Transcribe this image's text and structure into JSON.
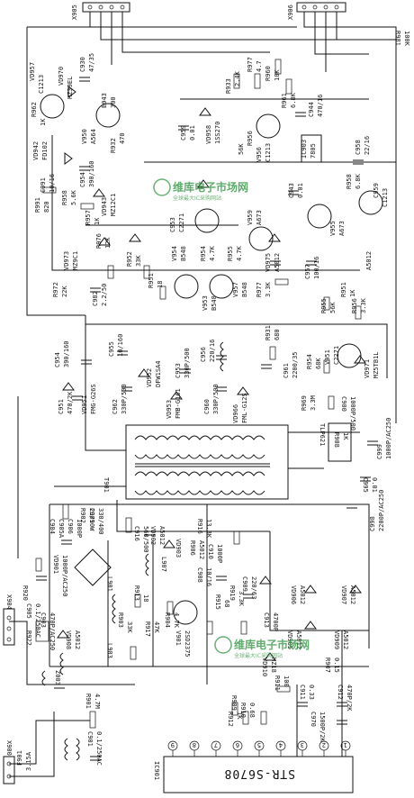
{
  "ic_main": "STR-S6708",
  "ic_ref": "IC901",
  "ic_pins": [
    "9",
    "8",
    "7",
    "6",
    "5",
    "4",
    "3",
    "2",
    "1"
  ],
  "connectors": {
    "top_left": "X905",
    "top_right": "X906",
    "left_mid": "X904",
    "bottom_left": "X900"
  },
  "transformer": "T901",
  "watermark": {
    "brand": "维库电子市场网",
    "sub": "全球最大IC采购网站"
  },
  "labels": {
    "r981": "R981",
    "r981v": "100K",
    "vd957": "VD957",
    "c1213a": "C1213",
    "vd970": "VD970",
    "hz": "HZ39EL",
    "r962": "R962",
    "r962v": "1K",
    "c930": "C930",
    "c930v": "47/35",
    "r933": "R933",
    "r933v": "2.4K",
    "r977": "R977",
    "r977v": "4.7",
    "r960": "R960",
    "r960v": "10K",
    "r961": "R961",
    "r961v": "6.8K",
    "e943": "E943",
    "e943v": "300",
    "c944": "C944",
    "c944v": "470/16",
    "vd942": "VD942",
    "vd942v": "FD102",
    "v950": "V950",
    "v950v": "A564",
    "r932": "R932",
    "r932v": "470",
    "c959": "C959",
    "c959v": "0.01",
    "vd958": "VD958",
    "vd958v": "1SS270",
    "v956": "V956",
    "v956v": "C1213",
    "r956": "R956",
    "r956v": "56K",
    "ic903": "IC903",
    "ic903v": "7805",
    "c958": "C958",
    "c958v": "22/16",
    "r958": "R958",
    "r958v": "6.8K",
    "c991": "C991",
    "c991v": "10/16",
    "c954": "C954",
    "c954v": "390/160",
    "r991": "R991",
    "r991v": "820",
    "r957": "R957",
    "r957v": "1K",
    "r958b": "R958",
    "r958bv": "5.6K",
    "vd943": "VD943",
    "vd943v": "MZ12C1",
    "vd959": "VD959",
    "c943": "C943",
    "c943v": "0.01",
    "c959b": "C959",
    "c959bv": "C1213",
    "v955": "V955",
    "v955v": "A673",
    "vd973": "VD973",
    "vd973v": "MZ9C1",
    "r976": "R976",
    "r976v": "12K",
    "c953": "C953",
    "c953v": "C2271",
    "v954": "V954",
    "v954v": "B548",
    "r954": "R954",
    "r954v": "4.7K",
    "r955": "R955",
    "r955v": "4.7K",
    "v959": "V959",
    "v959v": "A673",
    "vd975": "VD975",
    "vd975v": "A5012",
    "v957": "V957",
    "v957v": "B548",
    "r972": "R972",
    "r972v": "22K",
    "r952": "R952",
    "r952v": "33K",
    "r951": "R951",
    "r951v": "18",
    "c982": "C982",
    "c982v": "2.2/50",
    "v953": "V953",
    "v953v": "B548",
    "r977b": "R977",
    "r977bv": "3.3K",
    "c957": "C957",
    "c957v": "100/16",
    "r955b": "R955",
    "r955bv": "56K",
    "r956b": "R956",
    "r956bv": "3.3K",
    "r951b": "R951",
    "r951bv": "1K",
    "kz": "A5012",
    "c954b": "C954",
    "c954bv": "390/160",
    "c955": "C955",
    "c955v": "10/160",
    "vd952": "VD952",
    "vd952v": "DFW1SA4",
    "c953b": "C953",
    "c953bv": "330P/500",
    "c962": "C962",
    "c962v": "330P/500",
    "c956": "C956",
    "c956v": "220/16",
    "r931": "R931",
    "r931v": "680",
    "c961": "C961",
    "c961v": "2200/35",
    "c960": "C960",
    "c960v": "330P/500",
    "vd953": "VD953",
    "vd953v": "FMB-G161",
    "vd966": "VD966",
    "vd966v": "FML-G12S",
    "r954b": "R954",
    "r954bv": "68K",
    "v951": "V951",
    "v951v": "C2271",
    "vd971": "VD971",
    "vd971v": "MZ5TB1L",
    "c951": "C951",
    "c951v": "470/2K",
    "vd951": "VD951",
    "vd951v": "FMG-G26S",
    "r969": "R969",
    "r969v": "3.3M",
    "c999": "C999",
    "c999v": "1000P/AC250",
    "c998": "C998",
    "c998v": "2200P/AC250",
    "c900": "C900",
    "c900v": "1000P/500",
    "tlp": "TLP621",
    "r908": "R908",
    "r908v": "1K",
    "c995": "C995",
    "c995v": "0.01",
    "c904": "C904",
    "c904v": "C905A",
    "c906": "C906",
    "c906v": "1000P",
    "vd901": "VD901",
    "vd901v": "1000P/AC250",
    "r902": "R902",
    "r902v": "2Ω/10W",
    "c909": "C909",
    "c909v": "330/400",
    "c916": "C916",
    "c916v": "560/500",
    "vd902": "VD902",
    "vd902v": "A5012",
    "r916": "R916",
    "r916v": "13.3K",
    "r906": "R906",
    "r906v": "A5012",
    "l901": "L901",
    "l907": "L907",
    "c910": "C910",
    "c910v": "1000P",
    "vd903": "VD903",
    "c908": "C908",
    "c908v": "10/16",
    "r903": "R903",
    "r903v": "33K",
    "r913": "R913",
    "r913v": "18",
    "r904": "R904",
    "r904v": "4.7K",
    "c905": "C905",
    "c905v": "0.1/250AC",
    "c903": "C903",
    "c903v": "470P/AC250",
    "r920": "R920",
    "r922": "R922",
    "r915": "R915",
    "r915v": "68",
    "r919": "R919",
    "r919v": "3.3K",
    "c909b": "C909",
    "c909bv": "220/63",
    "vd906": "VD906",
    "vd906v": "A5012",
    "vd907": "VD907",
    "vd907v": "A5012",
    "r917": "R917",
    "r917v": "47K",
    "v901": "V901",
    "v901v": "2SD2375",
    "c913": "C913",
    "c913v": "4700P",
    "vd905": "VD905",
    "vd905v": "A5012",
    "vd909": "VD909",
    "vd909v": "A5012",
    "r907": "R907",
    "r907v": "0.15",
    "vd908": "VD908",
    "vd908v": "A5012",
    "l903": "L903",
    "vd910": "VD910",
    "vd910v": "HZ18",
    "r911": "R911",
    "r911v": "100",
    "r910": "R910",
    "r910v": "0.68",
    "r909": "R909",
    "r901": "R901",
    "r901v": "4.7M",
    "z": "Z003",
    "c912": "C912",
    "c912v": "470P/2K",
    "c970": "C970",
    "c970v": "1500P/2K",
    "c911": "C911",
    "c911v": "0.33",
    "c901": "C901",
    "c901v": "0.1/250AC",
    "f901": "F901",
    "f901v": "3.15A",
    "r912": "R912",
    "r912v": "1K"
  }
}
